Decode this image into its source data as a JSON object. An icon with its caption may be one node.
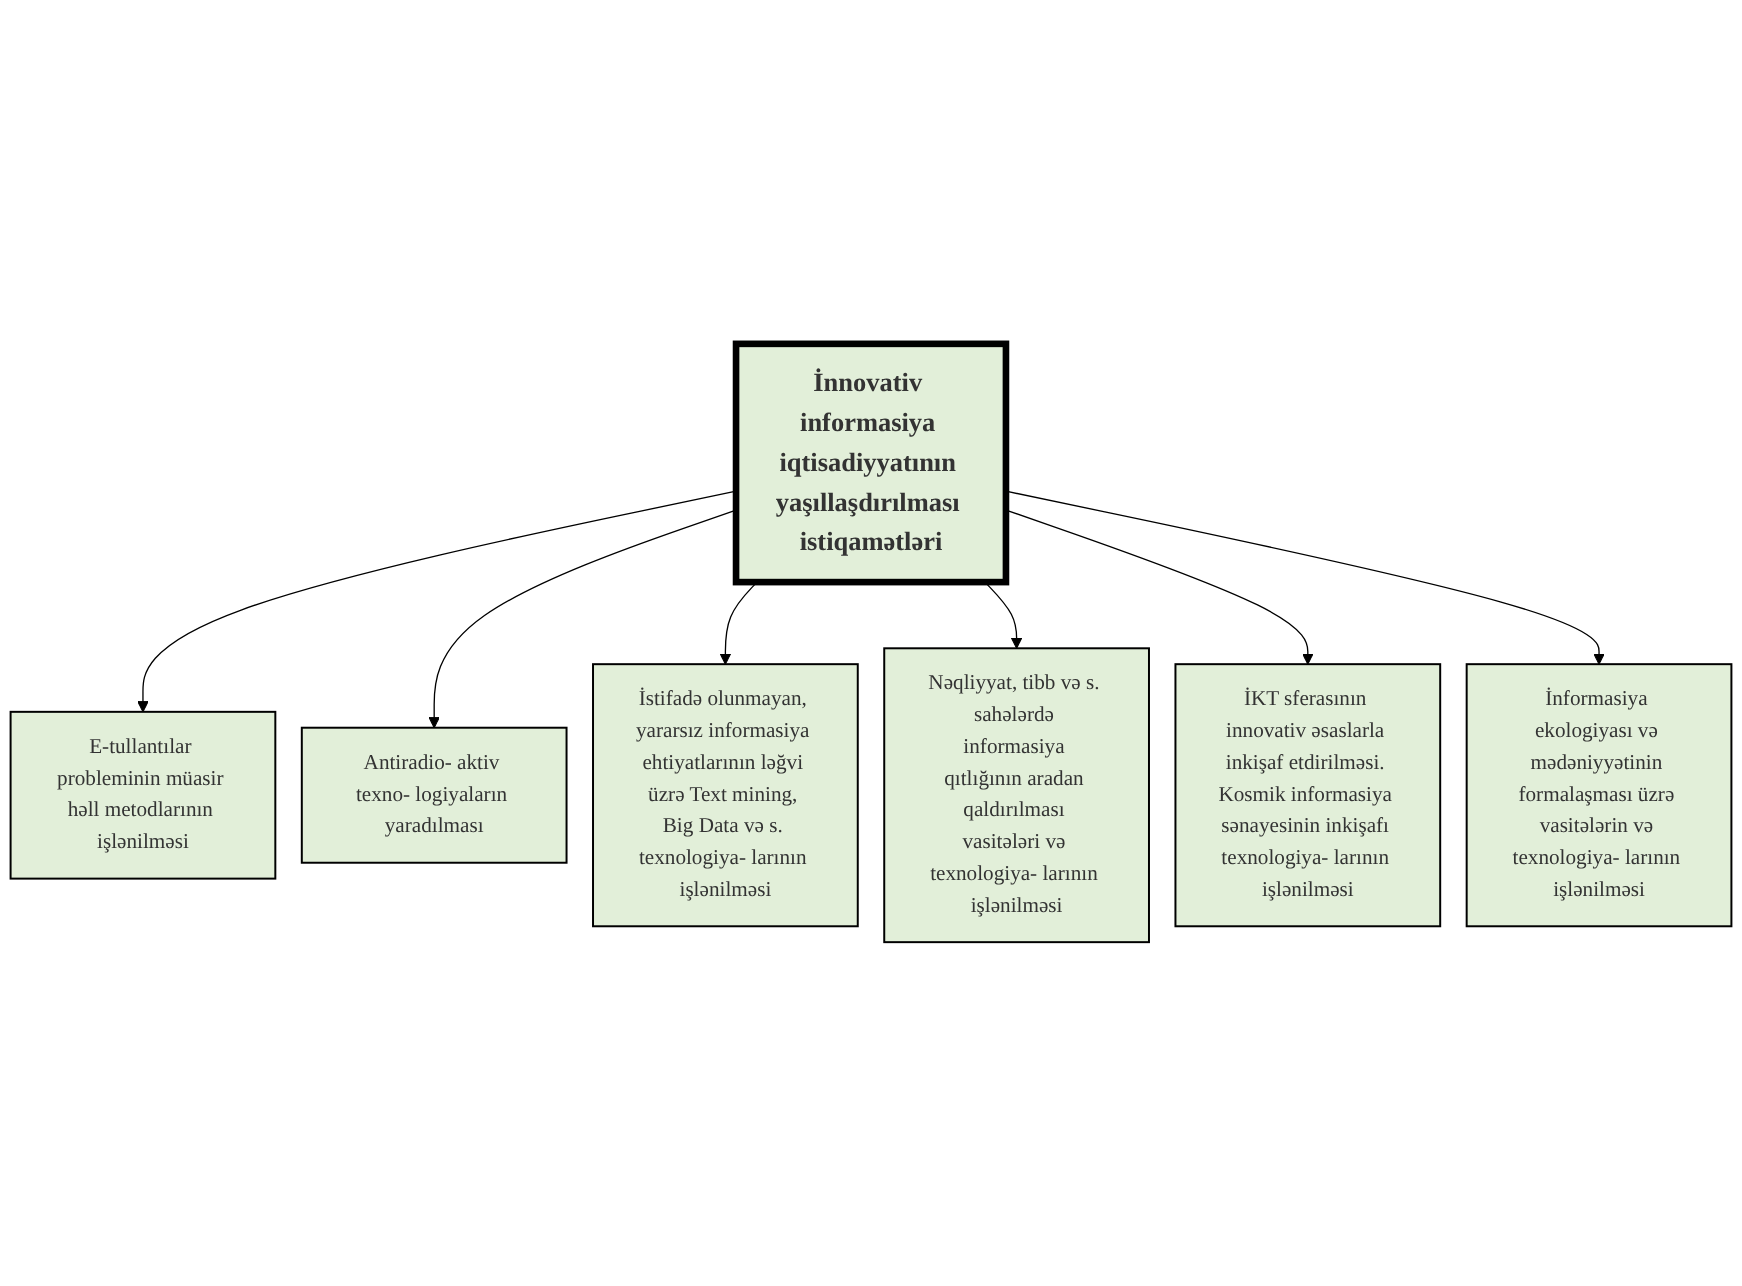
{
  "diagram": {
    "nodes": [
      {
        "text": [
          "İnnovativ informasiya iqtisadiyyatının yaşıllaşdırılması istiqamətləri"
        ]
      },
      {
        "text": [
          "E-tullantılar probleminin müasir həll metodlarının işlənilməsi"
        ]
      },
      {
        "text": [
          "Antiradio- aktiv texno- logiyaların yaradılması"
        ]
      },
      {
        "text": [
          "İstifadə olunmayan, yararsız informasiya ehtiyatlarının ləğvi üzrə Text mining, Big Data və s. texnologiya- larının işlənilməsi"
        ]
      },
      {
        "text": [
          "Nəqliyyat, tibb və s. sahələrdə informasiya qıtlığının aradan qaldırılması vasitələri və texnologiya- larının işlənilməsi"
        ]
      },
      {
        "text": [
          "İKT sferasının innovativ əsaslarla inkişaf etdirilməsi. Kosmik informasiya sənayesinin inkişafı texnologiya- larının işlənilməsi"
        ]
      },
      {
        "text": [
          "İnformasiya ekologiyası və mədəniyyətinin formalaşması üzrə vasitələrin və texnologiya- larının işlənilməsi"
        ]
      }
    ],
    "edges": [
      {
        "from": 0,
        "to": 1,
        "arrow": "to"
      },
      {
        "from": 0,
        "to": 2,
        "arrow": "to"
      },
      {
        "from": 0,
        "to": 3,
        "arrow": "to"
      },
      {
        "from": 0,
        "to": 4,
        "arrow": "to"
      },
      {
        "from": 0,
        "to": 5,
        "arrow": "to"
      },
      {
        "from": 0,
        "to": 6,
        "arrow": "to"
      }
    ]
  }
}
